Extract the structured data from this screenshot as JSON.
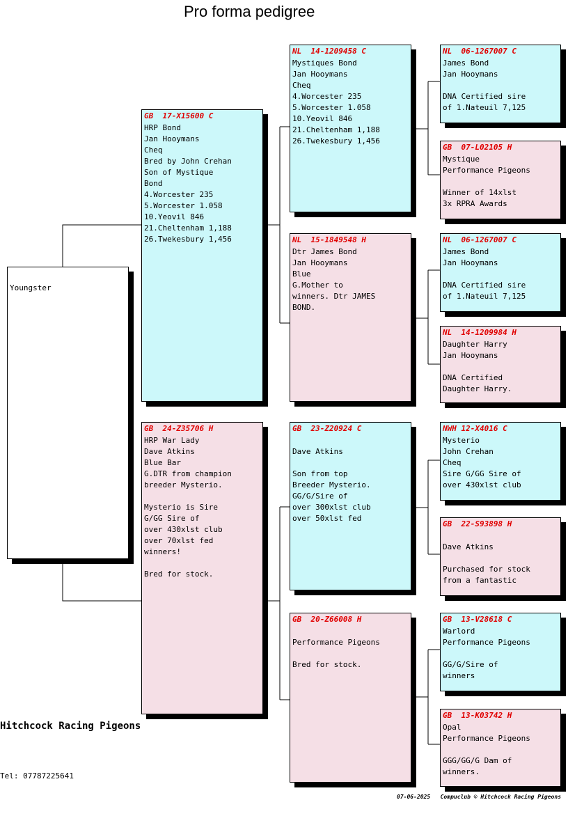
{
  "title": "Pro forma pedigree",
  "subject": {
    "lines": [
      "Youngster"
    ]
  },
  "sire": {
    "ring": "GB  17-X15600 C",
    "lines": [
      "HRP Bond",
      "Jan Hooymans",
      "Cheq",
      "Bred by John Crehan",
      "Son of Mystique",
      "Bond",
      "4.Worcester 235",
      "5.Worcester 1.058",
      "10.Yeovil 846",
      "21.Cheltenham 1,188",
      "26.Twekesbury 1,456"
    ]
  },
  "dam": {
    "ring": "GB  24-Z35706 H",
    "lines": [
      "HRP War Lady",
      "Dave Atkins",
      "Blue Bar",
      "G.DTR from champion",
      "breeder Mysterio.",
      "",
      "Mysterio is Sire",
      "G/GG Sire of",
      "over 430xlst club",
      "over 70xlst fed",
      "winners!",
      "",
      "Bred for stock."
    ]
  },
  "sire_sire": {
    "ring": "NL  14-1209458 C",
    "lines": [
      "Mystiques Bond",
      "Jan Hooymans",
      "Cheq",
      "4.Worcester 235",
      "5.Worcester 1.058",
      "10.Yeovil 846",
      "21.Cheltenham 1,188",
      "26.Twekesbury 1,456"
    ]
  },
  "sire_dam": {
    "ring": "NL  15-1849548 H",
    "lines": [
      "Dtr James Bond",
      "Jan Hooymans",
      "Blue",
      "G.Mother to",
      "winners. Dtr JAMES",
      "BOND."
    ]
  },
  "dam_sire": {
    "ring": "GB  23-Z20924 C",
    "lines": [
      "",
      "Dave Atkins",
      "",
      "Son from top",
      "Breeder Mysterio.",
      "GG/G/Sire of",
      "over 300xlst club",
      "over 50xlst fed"
    ]
  },
  "dam_dam": {
    "ring": "GB  20-Z66008 H",
    "lines": [
      "",
      "Performance Pigeons",
      "",
      "Bred for stock."
    ]
  },
  "g1": {
    "ring": "NL  06-1267007 C",
    "lines": [
      "James Bond",
      "Jan Hooymans",
      "",
      "DNA Certified sire",
      "of 1.Nateuil 7,125"
    ]
  },
  "g2": {
    "ring": "GB  07-L02105 H",
    "lines": [
      "Mystique",
      "Performance Pigeons",
      "",
      "Winner of 14xlst",
      "3x RPRA Awards"
    ]
  },
  "g3": {
    "ring": "NL  06-1267007 C",
    "lines": [
      "James Bond",
      "Jan Hooymans",
      "",
      "DNA Certified sire",
      "of 1.Nateuil 7,125"
    ]
  },
  "g4": {
    "ring": "NL  14-1209984 H",
    "lines": [
      "Daughter Harry",
      "Jan Hooymans",
      "",
      "DNA Certified",
      "Daughter Harry."
    ]
  },
  "g5": {
    "ring": "NWH 12-X4016 C",
    "lines": [
      "Mysterio",
      "John Crehan",
      "Cheq",
      "Sire G/GG Sire of",
      "over 430xlst club"
    ]
  },
  "g6": {
    "ring": "GB  22-S93898 H",
    "lines": [
      "",
      "Dave Atkins",
      "",
      "Purchased for stock",
      "from a fantastic"
    ]
  },
  "g7": {
    "ring": "GB  13-V28618 C",
    "lines": [
      "Warlord",
      "Performance Pigeons",
      "",
      "GG/G/Sire of",
      "winners"
    ]
  },
  "g8": {
    "ring": "GB  13-K03742 H",
    "lines": [
      "Opal",
      "Performance Pigeons",
      "",
      "GGG/GG/G Dam of",
      "winners."
    ]
  },
  "breeder_name": "Hitchcock Racing Pigeons",
  "tel": "Tel: 07787225641",
  "footer": "07-06-2025   Compuclub © Hitchcock Racing Pigeons",
  "colors": {
    "cock": "#ccf8fa",
    "hen": "#f5dfe6",
    "ring_text": "#e00000"
  }
}
